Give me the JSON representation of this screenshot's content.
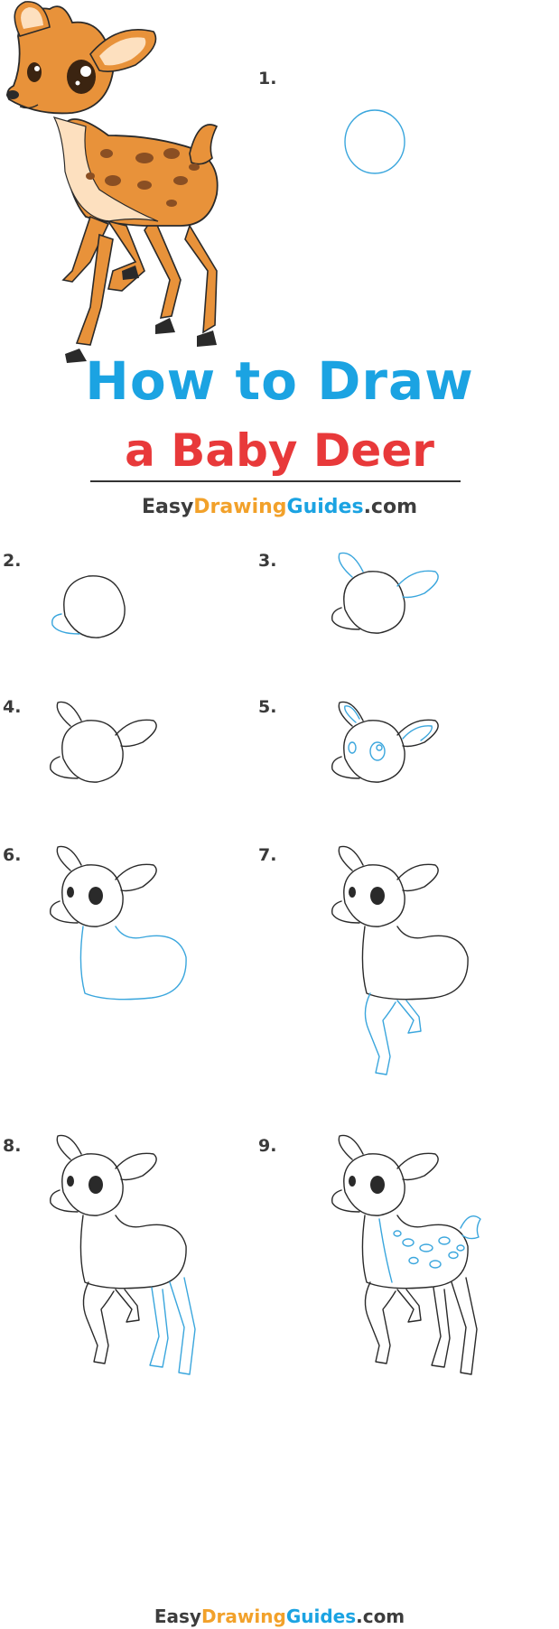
{
  "title": {
    "line1": "How to Draw",
    "line2": "a Baby Deer",
    "line1_color": "#1ba3e2",
    "line2_color": "#e8393a"
  },
  "brand_top": {
    "part1": "Easy",
    "part2": "Drawing",
    "part3": "Guides",
    "part4": ".com"
  },
  "brand_bottom": {
    "part1": "Easy",
    "part2": "Drawing",
    "part3": "Guides",
    "part4": ".com"
  },
  "brand_colors": {
    "easy": "#3d3d3d",
    "drawing": "#f2a12a",
    "guides": "#1ba3e2",
    "com": "#3d3d3d"
  },
  "colors": {
    "ink": "#2a2a2a",
    "new_stroke": "#3aa6dd",
    "deer_body": "#e8923a",
    "deer_belly": "#fde0bf",
    "spots": "#8a4f23"
  },
  "steps": [
    {
      "label": "1."
    },
    {
      "label": "2."
    },
    {
      "label": "3."
    },
    {
      "label": "4."
    },
    {
      "label": "5."
    },
    {
      "label": "6."
    },
    {
      "label": "7."
    },
    {
      "label": "8."
    },
    {
      "label": "9."
    }
  ]
}
